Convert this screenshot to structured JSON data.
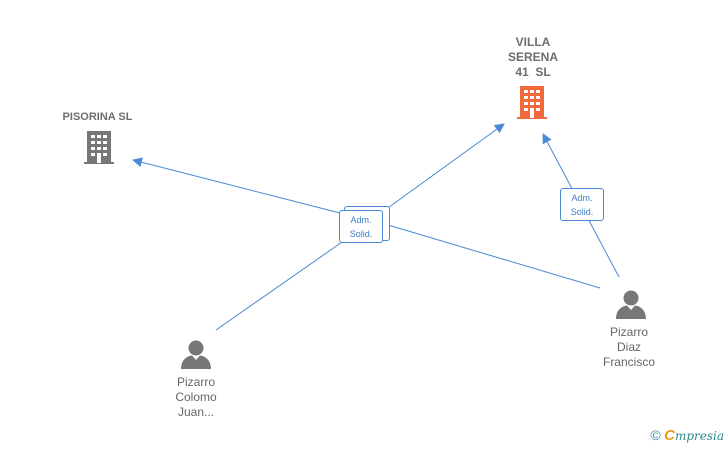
{
  "nodes": {
    "villa_serena": {
      "line1": "VILLA",
      "line2": "SERENA",
      "line3": "41  SL",
      "color": "#f26a3b"
    },
    "pisorina": {
      "line1": "PISORINA SL",
      "color": "#777777"
    },
    "pizarro_colomo": {
      "line1": "Pizarro",
      "line2": "Colomo",
      "line3": "Juan..."
    },
    "pizarro_diaz": {
      "line1": "Pizarro",
      "line2": "Diaz",
      "line3": "Francisco"
    }
  },
  "edges": {
    "center_badge": {
      "line1": "Adm.",
      "line2": "Solid."
    },
    "right_badge": {
      "line1": "Adm.",
      "line2": "Solid."
    },
    "color": "#4a8ad6"
  },
  "footer": {
    "copyright": "©",
    "brand_initial": "C",
    "brand_rest": "mpresia"
  }
}
